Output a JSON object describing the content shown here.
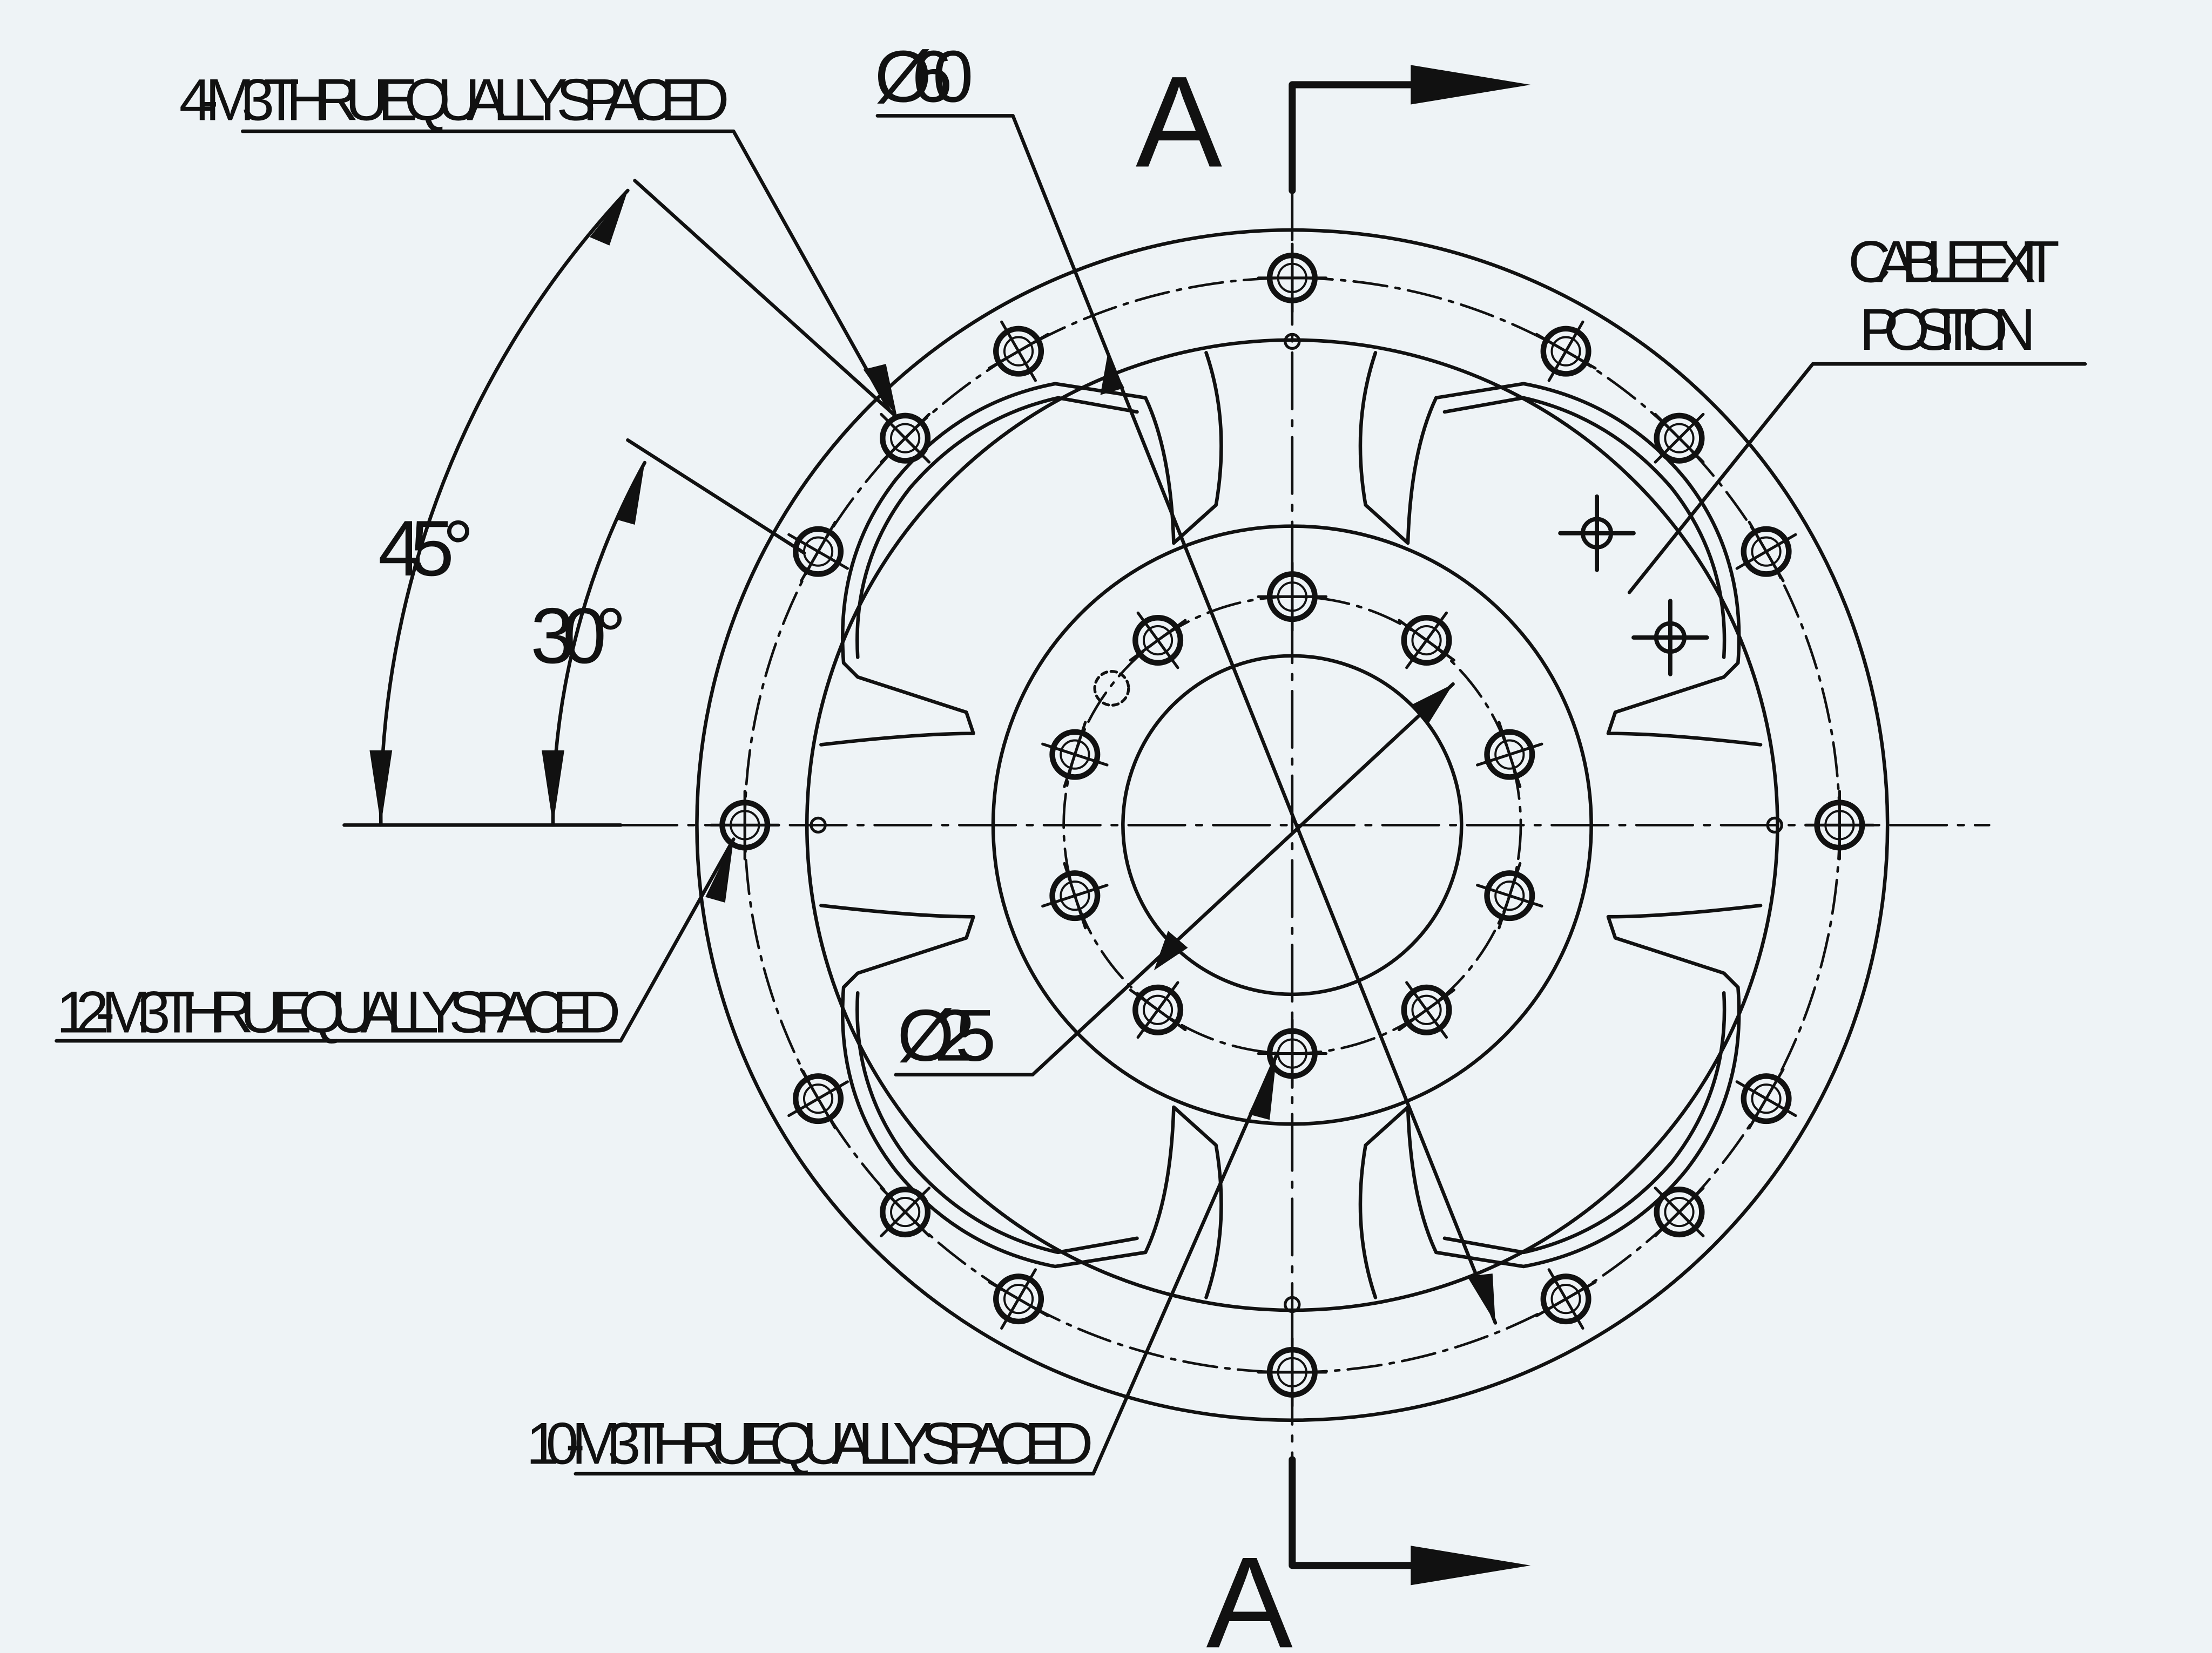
{
  "labels": {
    "holes_outer_top": "4-M3 THRU EQUALLY SPACED",
    "holes_outer_ring": "12-M3 THRU EQUALLY SPACED",
    "holes_inner_ring": "10-M3 THRU EQUALLY SPACED",
    "dia_outer": "Ø60",
    "dia_inner": "Ø25",
    "cable_exit_line1": "CABLE EXIT",
    "cable_exit_line2": "POSITION",
    "angle_45": "45°",
    "angle_30": "30°",
    "section_top": "A",
    "section_bottom": "A"
  }
}
